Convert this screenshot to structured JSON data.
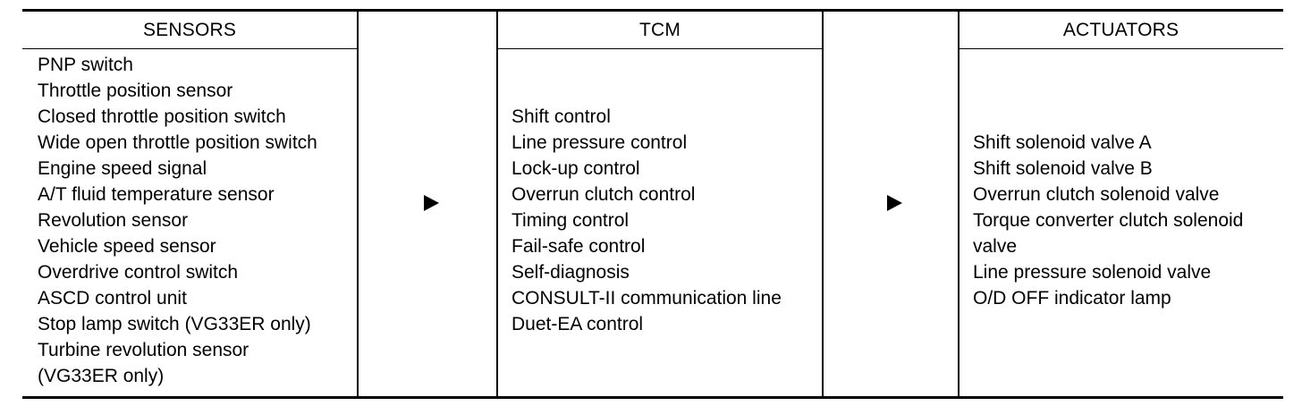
{
  "sensors": {
    "header": "SENSORS",
    "items": [
      "PNP switch",
      "Throttle position sensor",
      "Closed throttle position switch",
      "Wide open throttle position switch",
      "Engine speed signal",
      "A/T fluid temperature sensor",
      "Revolution sensor",
      "Vehicle speed sensor",
      "Overdrive control switch",
      "ASCD control unit",
      "Stop lamp switch (VG33ER only)",
      "Turbine revolution sensor",
      "(VG33ER only)"
    ]
  },
  "tcm": {
    "header": "TCM",
    "items": [
      "Shift control",
      "Line pressure control",
      "Lock-up control",
      "Overrun clutch control",
      "Timing control",
      "Fail-safe control",
      "Self-diagnosis",
      "CONSULT-II communication line",
      "Duet-EA control"
    ]
  },
  "actuators": {
    "header": "ACTUATORS",
    "items": [
      "Shift solenoid valve A",
      "Shift solenoid valve B",
      "Overrun clutch solenoid valve",
      "Torque converter clutch solenoid",
      "valve",
      "Line pressure solenoid valve",
      "O/D OFF indicator lamp"
    ]
  },
  "arrows": {
    "icon": "right-arrow-icon",
    "count": 2
  }
}
